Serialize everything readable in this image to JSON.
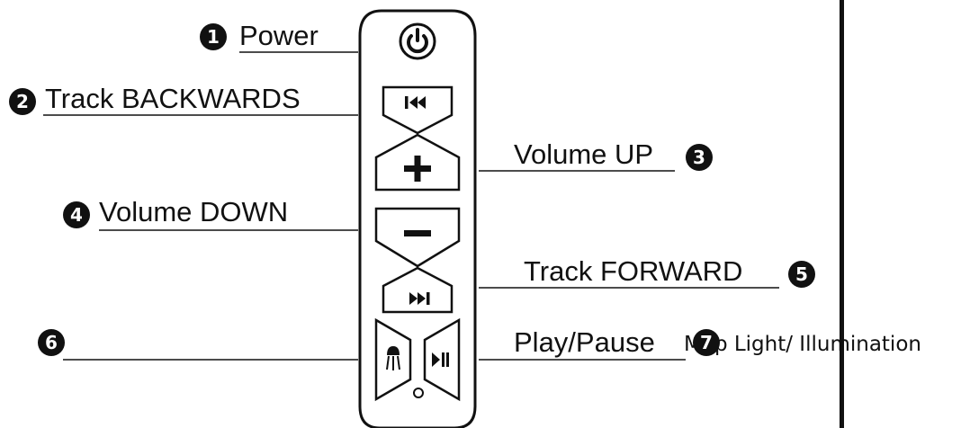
{
  "labels": {
    "power": "Power",
    "track_backwards": "Track BACKWARDS",
    "volume_up": "Volume UP",
    "volume_down": "Volume DOWN",
    "track_forward": "Track FORWARD",
    "play_pause": "Play/Pause",
    "map_light": "Map Light/ Illumination"
  },
  "badges": [
    "1",
    "2",
    "3",
    "4",
    "5",
    "6",
    "7"
  ],
  "colors": {
    "ink": "#111111",
    "background": "#ffffff"
  },
  "icons": {
    "power": "power-icon",
    "previous": "skip-previous-icon",
    "plus": "plus-icon",
    "minus": "minus-icon",
    "next": "skip-next-icon",
    "light": "map-light-icon",
    "play_pause": "play-pause-icon",
    "indicator": "indicator-light-icon"
  }
}
